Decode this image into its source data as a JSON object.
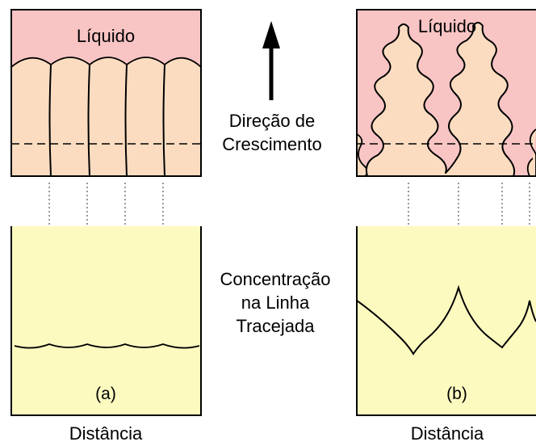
{
  "panel_a": {
    "liquid_label": "Líquido",
    "caption": "(a)",
    "axis_label": "Distância"
  },
  "panel_b": {
    "liquid_label": "Líquido",
    "caption": "(b)",
    "axis_label": "Distância"
  },
  "center": {
    "growth_line1": "Direção de",
    "growth_line2": "Crescimento",
    "conc_line1": "Concentração",
    "conc_line2": "na Linha",
    "conc_line3": "Tracejada"
  },
  "colors": {
    "liquid": "#f9c4c4",
    "solid": "#fbdcc0",
    "plot_background": "#fdfac0",
    "line": "#000000"
  }
}
